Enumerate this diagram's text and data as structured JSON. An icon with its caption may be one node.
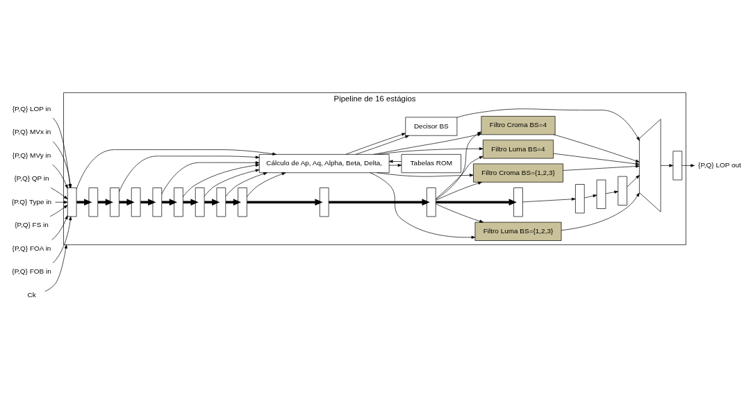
{
  "diagram": {
    "nodes": [
      {
        "text": [
          "Pipeline de 16 estágios"
        ]
      },
      {
        "text": [],
        "shape": "box",
        "in": 0
      },
      {
        "text": [],
        "shape": "box",
        "in": 0
      },
      {
        "text": [],
        "shape": "box",
        "in": 0
      },
      {
        "text": [],
        "shape": "box",
        "in": 0
      },
      {
        "text": [],
        "shape": "box",
        "in": 0
      },
      {
        "text": [],
        "shape": "box",
        "in": 0
      },
      {
        "text": [],
        "shape": "box",
        "in": 0
      },
      {
        "text": [],
        "shape": "box",
        "in": 0
      },
      {
        "text": [],
        "shape": "box",
        "in": 0
      },
      {
        "text": [],
        "shape": "box",
        "in": 0
      },
      {
        "text": [],
        "shape": "box",
        "in": 0
      },
      {
        "text": [],
        "shape": "box",
        "in": 0
      },
      {
        "text": [],
        "shape": "box",
        "in": 0
      },
      {
        "text": [],
        "shape": "box",
        "in": 0
      },
      {
        "text": [],
        "shape": "box",
        "in": 0
      },
      {
        "text": [
          "Cálculo de Ap, Aq, Alpha, Beta, Delta,"
        ],
        "in": 0
      },
      {
        "text": [
          "Tabelas ROM"
        ],
        "in": 0
      },
      {
        "text": [
          "Decisor BS"
        ],
        "in": 0
      },
      {
        "text": [
          "Filtro Luma BS=4"
        ],
        "in": 0
      },
      {
        "text": [
          "Filtro Croma BS=4"
        ],
        "in": 0
      },
      {
        "text": [
          "Filtro Luma BS={1,2,3}"
        ],
        "in": 0
      },
      {
        "text": [
          "Filtro Croma BS={1,2,3}"
        ],
        "in": 0
      },
      {
        "text": [],
        "shape": "trapezoid",
        "in": 0
      },
      {
        "text": [],
        "shape": "box",
        "in": 0
      },
      {
        "text": [
          "{P,Q} LOP in"
        ]
      },
      {
        "text": [
          "{P,Q} MVx in"
        ]
      },
      {
        "text": [
          "{P,Q} MVy in"
        ]
      },
      {
        "text": [
          "{P,Q} QP in"
        ]
      },
      {
        "text": [
          "{P.Q} Type in"
        ]
      },
      {
        "text": [
          "{P,Q} FS in"
        ]
      },
      {
        "text": [
          "{P,Q} FOA in"
        ]
      },
      {
        "text": [
          "{P,Q} FOB in"
        ]
      },
      {
        "text": [
          "Ck"
        ]
      },
      {
        "text": [
          "{P,Q} LOP out"
        ]
      }
    ],
    "edges": [
      {
        "from": 25,
        "to": 1,
        "arrow": "to"
      },
      {
        "from": 26,
        "to": 1,
        "arrow": "to"
      },
      {
        "from": 27,
        "to": 1,
        "arrow": "to"
      },
      {
        "from": 28,
        "to": 1,
        "arrow": "to"
      },
      {
        "from": 29,
        "to": 1,
        "arrow": "to"
      },
      {
        "from": 30,
        "to": 1,
        "arrow": "to"
      },
      {
        "from": 31,
        "to": 1,
        "arrow": "to"
      },
      {
        "from": 32,
        "to": 1,
        "arrow": "to"
      },
      {
        "from": 33,
        "to": 0,
        "arrow": "to"
      },
      {
        "from": 1,
        "to": 2,
        "arrow": "to",
        "style": "thick"
      },
      {
        "from": 2,
        "to": 3,
        "arrow": "to",
        "style": "thick"
      },
      {
        "from": 3,
        "to": 4,
        "arrow": "to",
        "style": "thick"
      },
      {
        "from": 4,
        "to": 5,
        "arrow": "to",
        "style": "thick"
      },
      {
        "from": 5,
        "to": 6,
        "arrow": "to",
        "style": "thick"
      },
      {
        "from": 6,
        "to": 7,
        "arrow": "to",
        "style": "thick"
      },
      {
        "from": 7,
        "to": 8,
        "arrow": "to",
        "style": "thick"
      },
      {
        "from": 8,
        "to": 9,
        "arrow": "to",
        "style": "thick"
      },
      {
        "from": 9,
        "to": 10,
        "arrow": "to",
        "style": "thick"
      },
      {
        "from": 10,
        "to": 11,
        "arrow": "to",
        "style": "thick"
      },
      {
        "from": 11,
        "to": 12,
        "arrow": "to",
        "style": "thick"
      },
      {
        "from": 12,
        "to": 13,
        "arrow": "to"
      },
      {
        "from": 13,
        "to": 14,
        "arrow": "to"
      },
      {
        "from": 14,
        "to": 15,
        "arrow": "to"
      },
      {
        "from": 1,
        "to": 16,
        "arrow": "to"
      },
      {
        "from": 3,
        "to": 16,
        "arrow": "to"
      },
      {
        "from": 5,
        "to": 16,
        "arrow": "to"
      },
      {
        "from": 6,
        "to": 16,
        "arrow": "to"
      },
      {
        "from": 7,
        "to": 16,
        "arrow": "to"
      },
      {
        "from": 8,
        "to": 16,
        "arrow": "to"
      },
      {
        "from": 9,
        "to": 16,
        "arrow": "to"
      },
      {
        "from": 11,
        "to": 19,
        "arrow": "to"
      },
      {
        "from": 11,
        "to": 20,
        "arrow": "to"
      },
      {
        "from": 11,
        "to": 21,
        "arrow": "to"
      },
      {
        "from": 11,
        "to": 22,
        "arrow": "to"
      },
      {
        "from": 16,
        "to": 19,
        "arrow": "to"
      },
      {
        "from": 16,
        "to": 20,
        "arrow": "to"
      },
      {
        "from": 16,
        "to": 21,
        "arrow": "to"
      },
      {
        "from": 16,
        "to": 22,
        "arrow": "to"
      },
      {
        "from": 16,
        "to": 17,
        "arrow": "to"
      },
      {
        "from": 17,
        "to": 16,
        "arrow": "to"
      },
      {
        "from": 16,
        "to": 18,
        "arrow": "to"
      },
      {
        "from": 16,
        "to": 18,
        "arrow": "to"
      },
      {
        "from": 15,
        "to": 23,
        "arrow": "to"
      },
      {
        "from": 19,
        "to": 23,
        "arrow": "to"
      },
      {
        "from": 20,
        "to": 23,
        "arrow": "to"
      },
      {
        "from": 21,
        "to": 23,
        "arrow": "to"
      },
      {
        "from": 22,
        "to": 23,
        "arrow": "to"
      },
      {
        "from": 18,
        "to": 23,
        "arrow": "to"
      },
      {
        "from": 23,
        "to": 24,
        "arrow": "to"
      },
      {
        "from": 24,
        "to": 34,
        "arrow": "to"
      }
    ]
  }
}
